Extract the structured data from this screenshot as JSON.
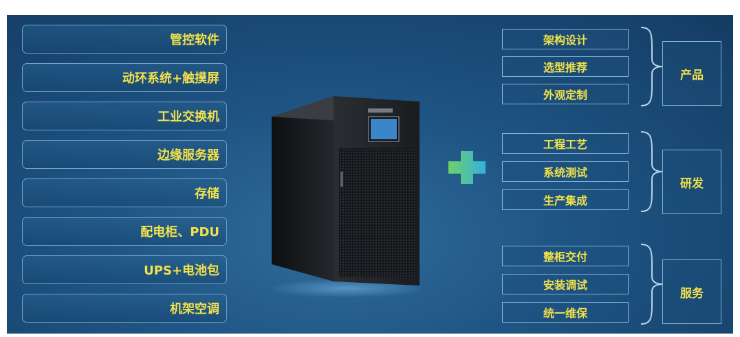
{
  "left_items": [
    {
      "label": "管控软件"
    },
    {
      "label": "动环系统+触摸屏"
    },
    {
      "label": "工业交换机"
    },
    {
      "label": "边缘服务器"
    },
    {
      "label": "存储"
    },
    {
      "label": "配电柜、PDU"
    },
    {
      "label": "UPS+电池包"
    },
    {
      "label": "机架空调"
    }
  ],
  "groups": [
    {
      "category": "产品",
      "items": [
        "架构设计",
        "选型推荐",
        "外观定制"
      ]
    },
    {
      "category": "研发",
      "items": [
        "工程工艺",
        "系统测试",
        "生产集成"
      ]
    },
    {
      "category": "服务",
      "items": [
        "整柜交付",
        "安装调试",
        "统一维保"
      ]
    }
  ],
  "colors": {
    "label_text": "#f3e24a",
    "box_border": "#6fa3c9",
    "plus_green": "#5ec77a",
    "plus_cyan": "#3fb4d6"
  },
  "icons": {
    "plus": "plus-icon",
    "brace": "right-brace-icon"
  }
}
